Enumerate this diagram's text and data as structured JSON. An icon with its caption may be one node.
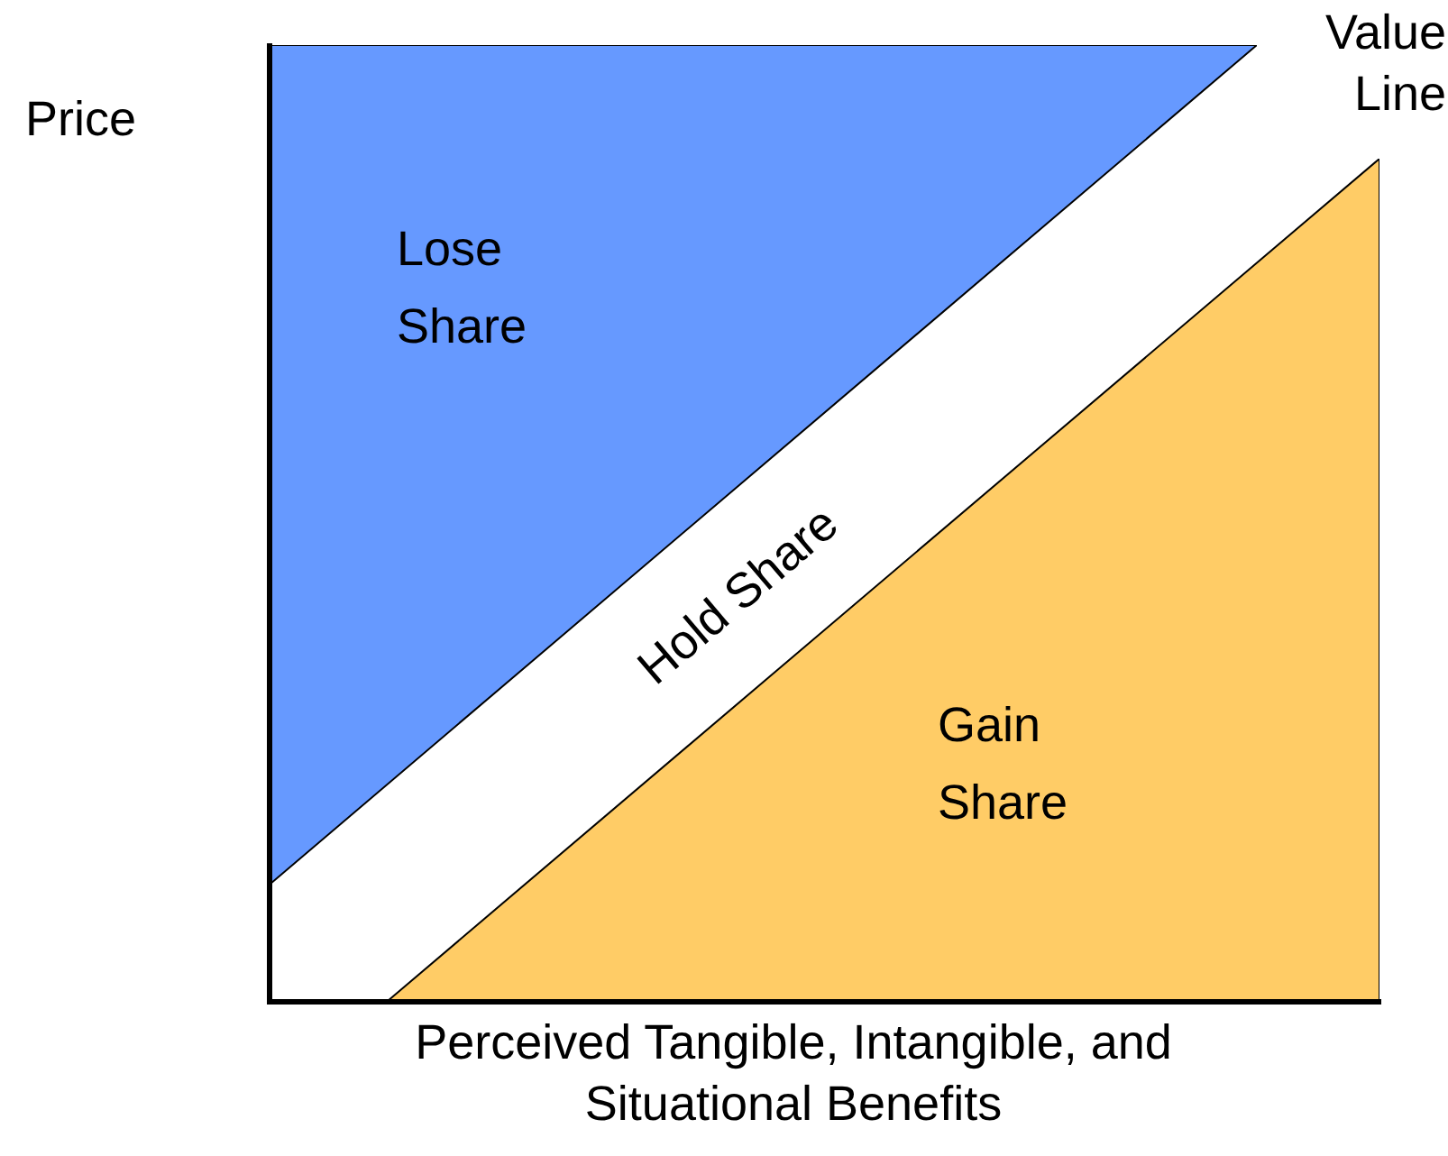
{
  "diagram": {
    "nodes": [
      {
        "text": [
          "Lose Share"
        ]
      },
      {
        "text": [
          "Hold Share"
        ]
      },
      {
        "text": [
          "Gain Share"
        ]
      }
    ],
    "labels": [
      "Price",
      "Value Line",
      "Perceived Tangible, Intangible, and Situational Benefits"
    ]
  }
}
